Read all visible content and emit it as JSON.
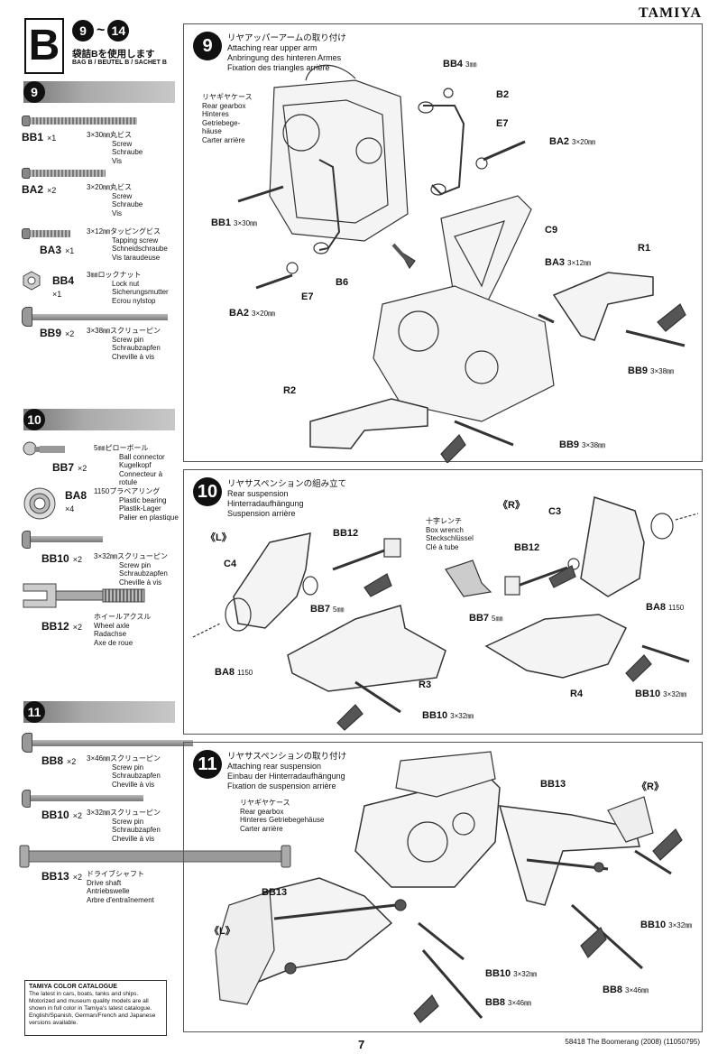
{
  "brand": "TAMIYA",
  "bag": {
    "letter": "B",
    "step_from": "9",
    "tilde": "~",
    "step_to": "14",
    "jp": "袋詰Bを使用します",
    "sub": "BAG B / BEUTEL B / SACHET B"
  },
  "parts_groups": [
    {
      "step": "9",
      "parts": [
        {
          "code": "BB1",
          "qty": "×1",
          "spec": "3×30㎜丸ビス",
          "lines": [
            "Screw",
            "Schraube",
            "Vis"
          ]
        },
        {
          "code": "BA2",
          "qty": "×2",
          "spec": "3×20㎜丸ビス",
          "lines": [
            "Screw",
            "Schraube",
            "Vis"
          ]
        },
        {
          "code": "BA3",
          "qty": "×1",
          "spec": "3×12㎜タッピングビス",
          "lines": [
            "Tapping screw",
            "Schneidschraube",
            "Vis taraudeuse"
          ]
        },
        {
          "code": "BB4",
          "qty": "×1",
          "spec": "3㎜ロックナット",
          "lines": [
            "Lock nut",
            "Sicherungsmutter",
            "Ecrou nylstop"
          ]
        },
        {
          "code": "BB9",
          "qty": "×2",
          "spec": "3×38㎜スクリューピン",
          "lines": [
            "Screw pin",
            "Schraubzapfen",
            "Cheville à vis"
          ]
        }
      ]
    },
    {
      "step": "10",
      "parts": [
        {
          "code": "BB7",
          "qty": "×2",
          "spec": "5㎜ピローボール",
          "lines": [
            "Ball connector",
            "Kugelkopf",
            "Connecteur à rotule"
          ]
        },
        {
          "code": "BA8",
          "qty": "×4",
          "spec": "1150プラベアリング",
          "lines": [
            "Plastic bearing",
            "Plastik-Lager",
            "Palier en plastique"
          ]
        },
        {
          "code": "BB10",
          "qty": "×2",
          "spec": "3×32㎜スクリューピン",
          "lines": [
            "Screw pin",
            "Schraubzapfen",
            "Cheville à vis"
          ]
        },
        {
          "code": "BB12",
          "qty": "×2",
          "spec": "ホイールアクスル",
          "lines": [
            "Wheel axle",
            "Radachse",
            "Axe de roue"
          ]
        }
      ]
    },
    {
      "step": "11",
      "parts": [
        {
          "code": "BB8",
          "qty": "×2",
          "spec": "3×46㎜スクリューピン",
          "lines": [
            "Screw pin",
            "Schraubzapfen",
            "Cheville à vis"
          ]
        },
        {
          "code": "BB10",
          "qty": "×2",
          "spec": "3×32㎜スクリューピン",
          "lines": [
            "Screw pin",
            "Schraubzapfen",
            "Cheville à vis"
          ]
        },
        {
          "code": "BB13",
          "qty": "×2",
          "spec": "ドライブシャフト",
          "lines": [
            "Drive shaft",
            "Antriebswelle",
            "Arbre d'entraînement"
          ]
        }
      ]
    }
  ],
  "steps": [
    {
      "num": "9",
      "title_jp": "リヤアッパーアームの取り付け",
      "title_en": "Attaching rear upper arm",
      "title_de": "Anbringung des hinteren Armes",
      "title_fr": "Fixation des triangles arrière",
      "note": {
        "jp": "リヤギヤケース",
        "en": "Rear gearbox",
        "de1": "Hinteres",
        "de2": "Getriebege-",
        "de3": "häuse",
        "fr": "Carter arrière"
      },
      "labels": {
        "bb4": "BB4",
        "bb4_size": "3㎜",
        "b2": "B2",
        "e7a": "E7",
        "ba2a": "BA2",
        "ba2a_size": "3×20㎜",
        "bb1": "BB1",
        "bb1_size": "3×30㎜",
        "c9": "C9",
        "r1": "R1",
        "ba3": "BA3",
        "ba3_size": "3×12㎜",
        "e7b": "E7",
        "b6": "B6",
        "ba2b": "BA2",
        "ba2b_size": "3×20㎜",
        "bb9a": "BB9",
        "bb9a_size": "3×38㎜",
        "r2": "R2",
        "bb9b": "BB9",
        "bb9b_size": "3×38㎜"
      }
    },
    {
      "num": "10",
      "title_jp": "リヤサスペンションの組み立て",
      "title_en": "Rear suspension",
      "title_de": "Hinterradaufhängung",
      "title_fr": "Suspension arrière",
      "wrench": {
        "jp": "十字レンチ",
        "en": "Box wrench",
        "de": "Steckschlüssel",
        "fr": "Clé à tube"
      },
      "labels": {
        "left": "《L》",
        "right": "《R》",
        "c4": "C4",
        "bb12a": "BB12",
        "bb7a": "BB7",
        "bb7a_size": "5㎜",
        "ba8a": "BA8",
        "ba8a_size": "1150",
        "r3": "R3",
        "bb10a": "BB10",
        "bb10a_size": "3×32㎜",
        "c3": "C3",
        "bb12b": "BB12",
        "bb7b": "BB7",
        "bb7b_size": "5㎜",
        "ba8b": "BA8",
        "ba8b_size": "1150",
        "r4": "R4",
        "bb10b": "BB10",
        "bb10b_size": "3×32㎜"
      }
    },
    {
      "num": "11",
      "title_jp": "リヤサスペンションの取り付け",
      "title_en": "Attaching rear suspension",
      "title_de": "Einbau der Hinterradaufhängung",
      "title_fr": "Fixation de suspension arrière",
      "note": {
        "jp": "リヤギヤケース",
        "en": "Rear gearbox",
        "de": "Hinteres Getriebegehäuse",
        "fr": "Carter arrière"
      },
      "labels": {
        "bb13a": "BB13",
        "right": "《R》",
        "bb13b": "BB13",
        "left": "《L》",
        "bb10a": "BB10",
        "bb10a_size": "3×32㎜",
        "bb10b": "BB10",
        "bb10b_size": "3×32㎜",
        "bb8a": "BB8",
        "bb8a_size": "3×46㎜",
        "bb8b": "BB8",
        "bb8b_size": "3×46㎜"
      }
    }
  ],
  "catalogue": {
    "title": "TAMIYA COLOR CATALOGUE",
    "body": "The latest in cars, boats, tanks and ships. Motorized and museum quality models are all shown in full color in Tamiya's latest catalogue. English/Spanish, German/French and Japanese versions available."
  },
  "footer": {
    "page": "7",
    "ref": "58418 The Boomerang (2008) (11050795)"
  }
}
